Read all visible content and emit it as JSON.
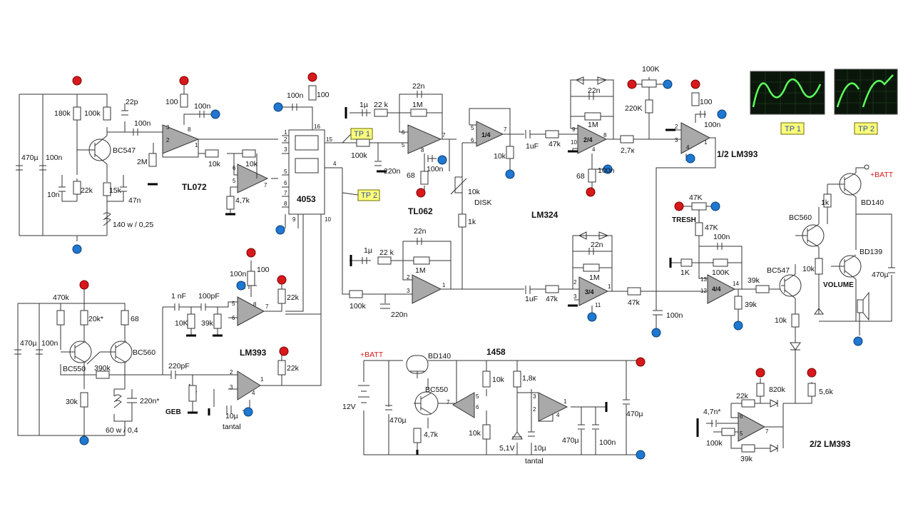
{
  "labels": {
    "v_180k": "180k",
    "v_100k_a": "100k",
    "v_22p": "22p",
    "v_bc547_a": "BC547",
    "v_470u_a": "470µ",
    "v_100n_a": "100n",
    "v_10n": "10n",
    "v_22k_a": "22k",
    "v_15k": "15k",
    "v_47n": "47n",
    "v_coil_a": "140 w / 0,25",
    "v_100n_b": "100n",
    "v_100_a": "100",
    "v_100n_c": "100n",
    "v_2m": "2M",
    "v_10k_a": "10k",
    "v_10k_b": "10k",
    "v_4k7": "4,7k",
    "v_tl072": "TL072",
    "v_100n_d": "100n",
    "v_100_b": "100",
    "v_4053": "4053",
    "v_tp1": "TP 1",
    "v_tp2": "TP 2",
    "v_1u_a": "1µ",
    "v_22k_b": "22 k",
    "v_22n_a": "22n",
    "v_1m_a": "1M",
    "v_100k_b": "100k",
    "v_220n_a": "220n",
    "v_68_a": "68",
    "v_100n_e": "100n",
    "v_tl062": "TL062",
    "v_quarter": "1/4",
    "v_10k_c": "10k",
    "v_1uf_a": "1uF",
    "v_47k_a": "47k",
    "v_10k_disk": "10k",
    "v_disk": "DISK",
    "v_1k_a": "1k",
    "v_22n_b": "22n",
    "v_1m_b": "1M",
    "v_24": "2/4",
    "v_2k7": "2,7к",
    "v_68_b": "68",
    "v_100n_f": "100n",
    "v_lm324": "LM324",
    "v_100K_pot": "100K",
    "v_220k": "220K",
    "v_100_c": "100",
    "v_100n_g": "100n",
    "v_half_lm393": "1/2 LM393",
    "v_1u_b": "1µ",
    "v_22k_c": "22 k",
    "v_22n_c": "22n",
    "v_1m_c": "1M",
    "v_100k_c": "100k",
    "v_220n_b": "220n",
    "v_1uf_b": "1uF",
    "v_47k_b": "47k",
    "v_22n_d": "22n",
    "v_1m_d": "1M",
    "v_34": "3/4",
    "v_47k_c": "47k",
    "v_100n_h": "100n",
    "v_47K_tresh": "47K",
    "v_tresh": "TRESH",
    "v_47k_d": "47K",
    "v_100n_i": "100n",
    "v_1K": "1K",
    "v_100K_b": "100K",
    "v_44": "4/4",
    "v_39k_a": "39k",
    "v_39k_b": "39k",
    "v_bc547_b": "BC547",
    "v_10k_d": "10k",
    "v_bc560_a": "BC560",
    "v_1k_b": "1k",
    "v_batt_a": "+BATT",
    "v_bd140_a": "BD140",
    "v_bd139": "BD139",
    "v_10k_e": "10k",
    "v_volume": "VOLUME",
    "v_470u_b": "470µ",
    "v_470k": "470k",
    "v_20k": "20k*",
    "v_68_c": "68",
    "v_470u_c": "470µ",
    "v_100n_j": "100n",
    "v_bc550_a": "BC550",
    "v_bc560_b": "BC560",
    "v_390k": "390k",
    "v_30k": "30k",
    "v_220n_c": "220n*",
    "v_coil_b": "60 w / 0,4",
    "v_1nF": "1 nF",
    "v_100pF": "100pF",
    "v_10K_c": "10K",
    "v_39k_c": "39k",
    "v_100n_k": "100n",
    "v_100_d": "100",
    "v_22k_d": "22k",
    "v_lm393": "LM393",
    "v_22k_e": "22k",
    "v_220pF": "220pF",
    "v_geb": "GEB",
    "v_10u_a": "10µ",
    "v_tantal_a": "tantal",
    "v_batt_b": "+BATT",
    "v_bd140_b": "BD140",
    "v_1458": "1458",
    "v_bc550_b": "BC550",
    "v_12v": "12V",
    "v_470u_d": "470µ",
    "v_4k7_b": "4,7k",
    "v_10k_f": "10k",
    "v_1k8": "1,8к",
    "v_10k_g": "10k",
    "v_5v1": "5,1V",
    "v_10u_b": "10µ",
    "v_tantal_b": "tantal",
    "v_470u_e": "470µ",
    "v_100n_l": "100n",
    "v_470u_f": "470µ",
    "v_22k_f": "22k",
    "v_820k": "820k",
    "v_5k6": "5,6k",
    "v_4n7": "4,7n*",
    "v_100k_d": "100k",
    "v_39k_d": "39k",
    "v_22_lm393": "2/2 LM393"
  },
  "colors": {
    "positive_rail": "#d7191c",
    "negative_rail": "#1f78d1",
    "opamp_fill": "#a9a9a9",
    "test_point": "#ffff7a",
    "scope_trace": "#5cff5c"
  },
  "icons": {
    "positive_terminal": "plus-terminal-icon",
    "negative_terminal": "minus-terminal-icon",
    "opamp": "opamp-triangle-icon",
    "transistor": "transistor-icon",
    "oscilloscope": "oscilloscope-waveform-icon"
  }
}
